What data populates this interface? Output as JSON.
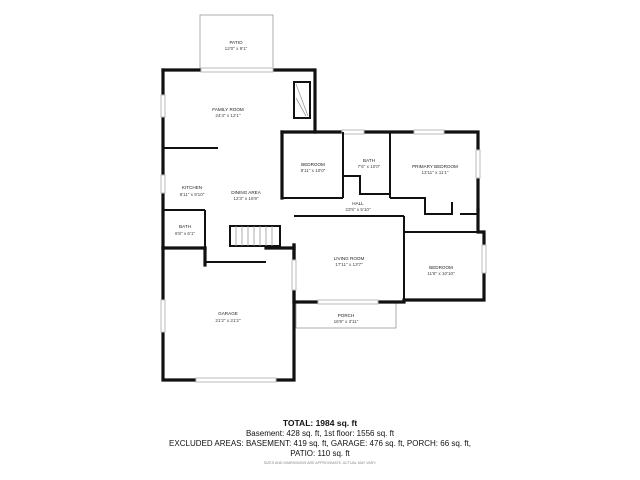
{
  "rooms": {
    "patio": {
      "label": "PATIO",
      "dims": "12'0\" x 9'1\""
    },
    "family_room": {
      "label": "FAMILY ROOM",
      "dims": "24'4\" x 12'1\""
    },
    "kitchen": {
      "label": "KITCHEN",
      "dims": "8'11\" x 9'10\""
    },
    "dining_area": {
      "label": "DINING AREA",
      "dims": "12'3\" x 16'9\""
    },
    "bath_left": {
      "label": "BATH",
      "dims": "6'8\" x 6'1\""
    },
    "bedroom_1": {
      "label": "BEDROOM",
      "dims": "9'11\" x 10'0\""
    },
    "bath_center": {
      "label": "BATH",
      "dims": "7'5\" x 10'0\""
    },
    "primary_bedroom": {
      "label": "PRIMARY BEDROOM",
      "dims": "13'11\" x 11'1\""
    },
    "hall": {
      "label": "HALL",
      "dims": "23'5\" x 5'10\""
    },
    "living_room": {
      "label": "LIVING ROOM",
      "dims": "17'11\" x 13'7\""
    },
    "bedroom_2": {
      "label": "BEDROOM",
      "dims": "11'8\" x 10'10\""
    },
    "porch": {
      "label": "PORCH",
      "dims": "16'9\" x 3'11\""
    },
    "garage": {
      "label": "GARAGE",
      "dims": "21'2\" x 21'2\""
    }
  },
  "summary": {
    "total": "TOTAL: 1984 sq. ft",
    "line1": "Basement: 428 sq. ft, 1st floor: 1556 sq. ft",
    "line2": "EXCLUDED AREAS: BASEMENT: 419 sq. ft, GARAGE: 476 sq. ft, PORCH: 66 sq. ft,",
    "line3": "PATIO: 110 sq. ft",
    "note": "SIZES AND DIMENSIONS ARE APPROXIMATE, ACTUAL MAY VARY."
  }
}
